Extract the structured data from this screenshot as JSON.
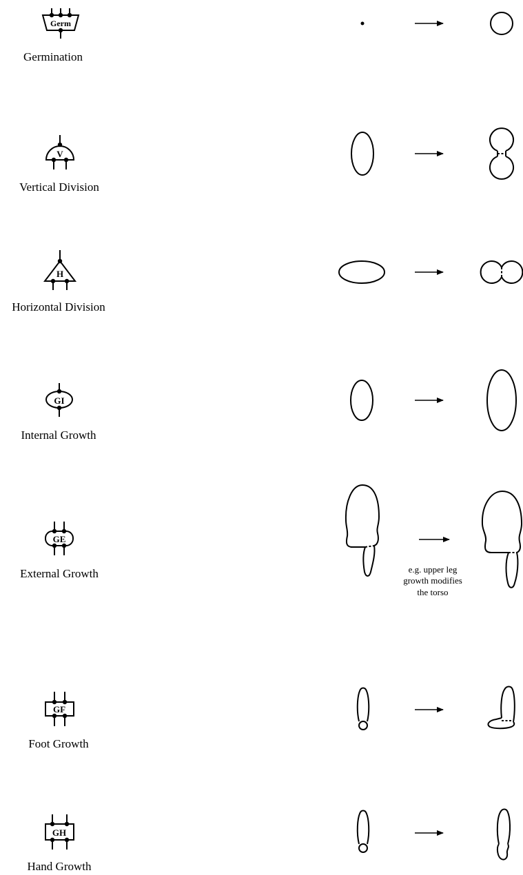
{
  "rows": [
    {
      "symbol": "Germ",
      "label": "Germination"
    },
    {
      "symbol": "V",
      "label": "Vertical  Division"
    },
    {
      "symbol": "H",
      "label": "Horizontal  Division"
    },
    {
      "symbol": "GI",
      "label": "Internal  Growth"
    },
    {
      "symbol": "GE",
      "label": "External  Growth",
      "note": [
        "e.g.  upper  leg",
        "growth  modifies",
        "the  torso"
      ]
    },
    {
      "symbol": "GF",
      "label": "Foot  Growth"
    },
    {
      "symbol": "GH",
      "label": "Hand  Growth"
    }
  ]
}
